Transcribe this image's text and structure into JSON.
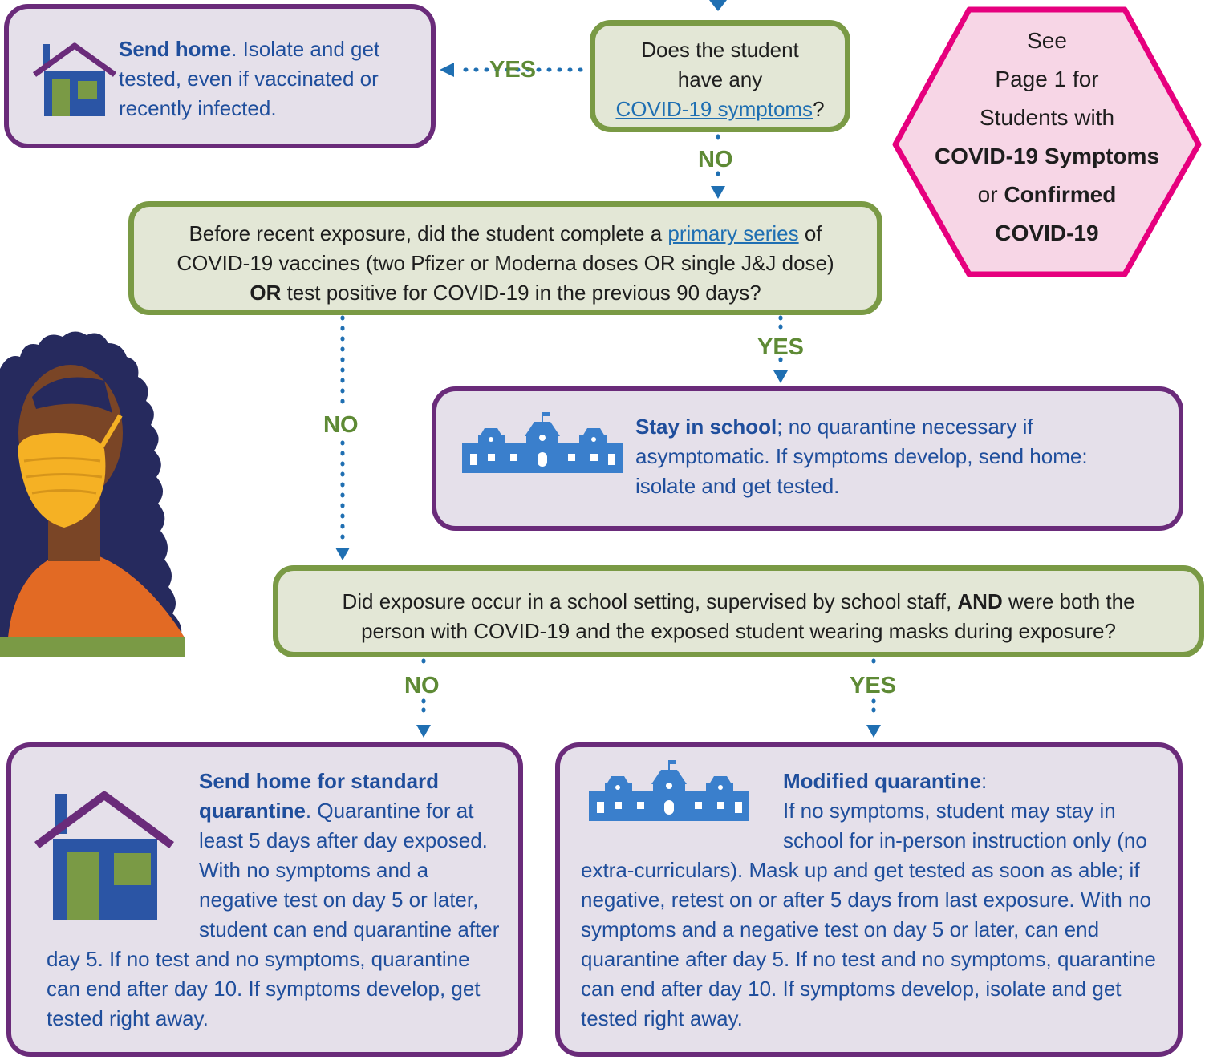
{
  "labels": {
    "yes": "YES",
    "no": "NO"
  },
  "q1": {
    "line1": "Does the student",
    "line2": "have any",
    "link": "COVID-19 symptoms",
    "end": "?"
  },
  "send_home": {
    "bold": "Send home",
    "rest": ". Isolate and get tested, even if vaccinated or recently infected."
  },
  "see_page": {
    "l1": "See",
    "l2": "Page 1 for",
    "l3": "Students with",
    "l4": "COVID-19 Symptoms",
    "l5a": "or ",
    "l5b": "Confirmed",
    "l6": "COVID-19"
  },
  "q2": {
    "a": "Before recent exposure, did the student complete a ",
    "link": "primary series",
    "b": " of",
    "c": "COVID",
    "d": "-19 vaccines (two Pfizer or Moderna doses OR single J&J dose)",
    "or": "OR",
    "e": " test positive for ",
    "f": "COVID",
    "g": "-19 in the previous 90 days?"
  },
  "stay": {
    "bold": "Stay in school",
    "rest": "; no quarantine necessary if asymptomatic. If symptoms develop, send home: isolate and get tested."
  },
  "q3": {
    "a": "Did exposure occur in a school setting, supervised by school staff, ",
    "and": "AND",
    "b": " were both the",
    "c": "person with ",
    "d": "COVID",
    "e": "-19 and the exposed student wearing masks during exposure?"
  },
  "standard": {
    "bold": "Send home for standard quarantine",
    "rest": ". Quarantine for at least 5 days after day exposed. With no symptoms and a negative test on day 5 or later, student can end quarantine after day 5. If no test and no symptoms, quarantine can end after day 10. If symptoms develop, get tested right away."
  },
  "modified": {
    "bold": "Modified quarantine",
    "colon": ":",
    "rest": "If no symptoms, student may stay in school for in-person instruction only (no extra-curriculars). Mask up and get tested as soon as able; if negative, retest on or after 5 days from last exposure. With no symptoms and a negative test on day 5 or later, can end quarantine after day 5. If no test and no symptoms, quarantine can end after day 10. If symptoms develop, isolate and get tested right away."
  },
  "colors": {
    "question_border": "#7a9a45",
    "answer_border": "#6a2b7a",
    "hexagon_border": "#e6007e",
    "arrow": "#1f6fb2",
    "label": "#5e8a35",
    "text_blue": "#1f4e9c"
  }
}
